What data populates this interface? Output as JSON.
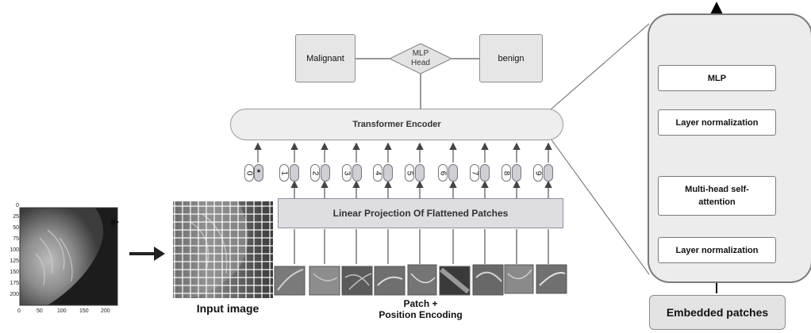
{
  "heads": {
    "malignant": "Malignant",
    "mlp_head": "MLP Head",
    "benign": "benign"
  },
  "encoder": {
    "label": "Transformer Encoder"
  },
  "linear_projection": {
    "label": "Linear Projection Of Flattened Patches"
  },
  "tokens": [
    "0",
    "1",
    "2",
    "3",
    "4",
    "5",
    "6",
    "7",
    "8",
    "9"
  ],
  "class_token": "*",
  "captions": {
    "input_image": "Input image",
    "patch_position": "Patch +\nPosition Encoding"
  },
  "encoder_block": {
    "mlp": "MLP",
    "layer_norm_top": "Layer normalization",
    "attention": "Multi-head self-\nattention",
    "layer_norm_bottom": "Layer normalization",
    "embedded_patches": "Embedded patches"
  },
  "plot": {
    "y_ticks": [
      "0",
      "25",
      "50",
      "75",
      "100",
      "125",
      "150",
      "175",
      "200"
    ],
    "x_ticks": [
      "0",
      "50",
      "100",
      "150",
      "200"
    ]
  }
}
